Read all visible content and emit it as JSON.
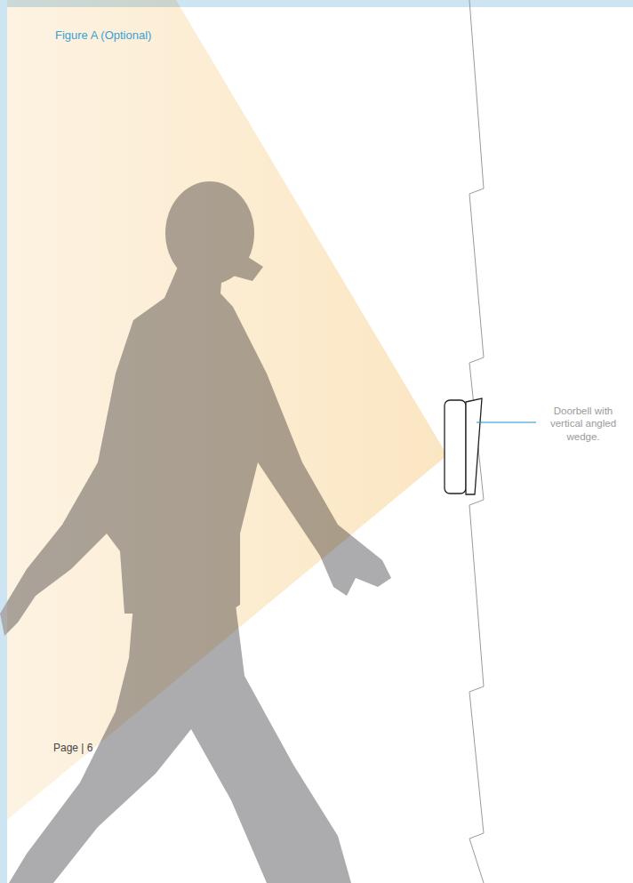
{
  "diagram": {
    "title": "Figure A (Optional)",
    "labels": [
      "Doorbell with vertical angled wedge.",
      "Page | 6"
    ]
  }
}
